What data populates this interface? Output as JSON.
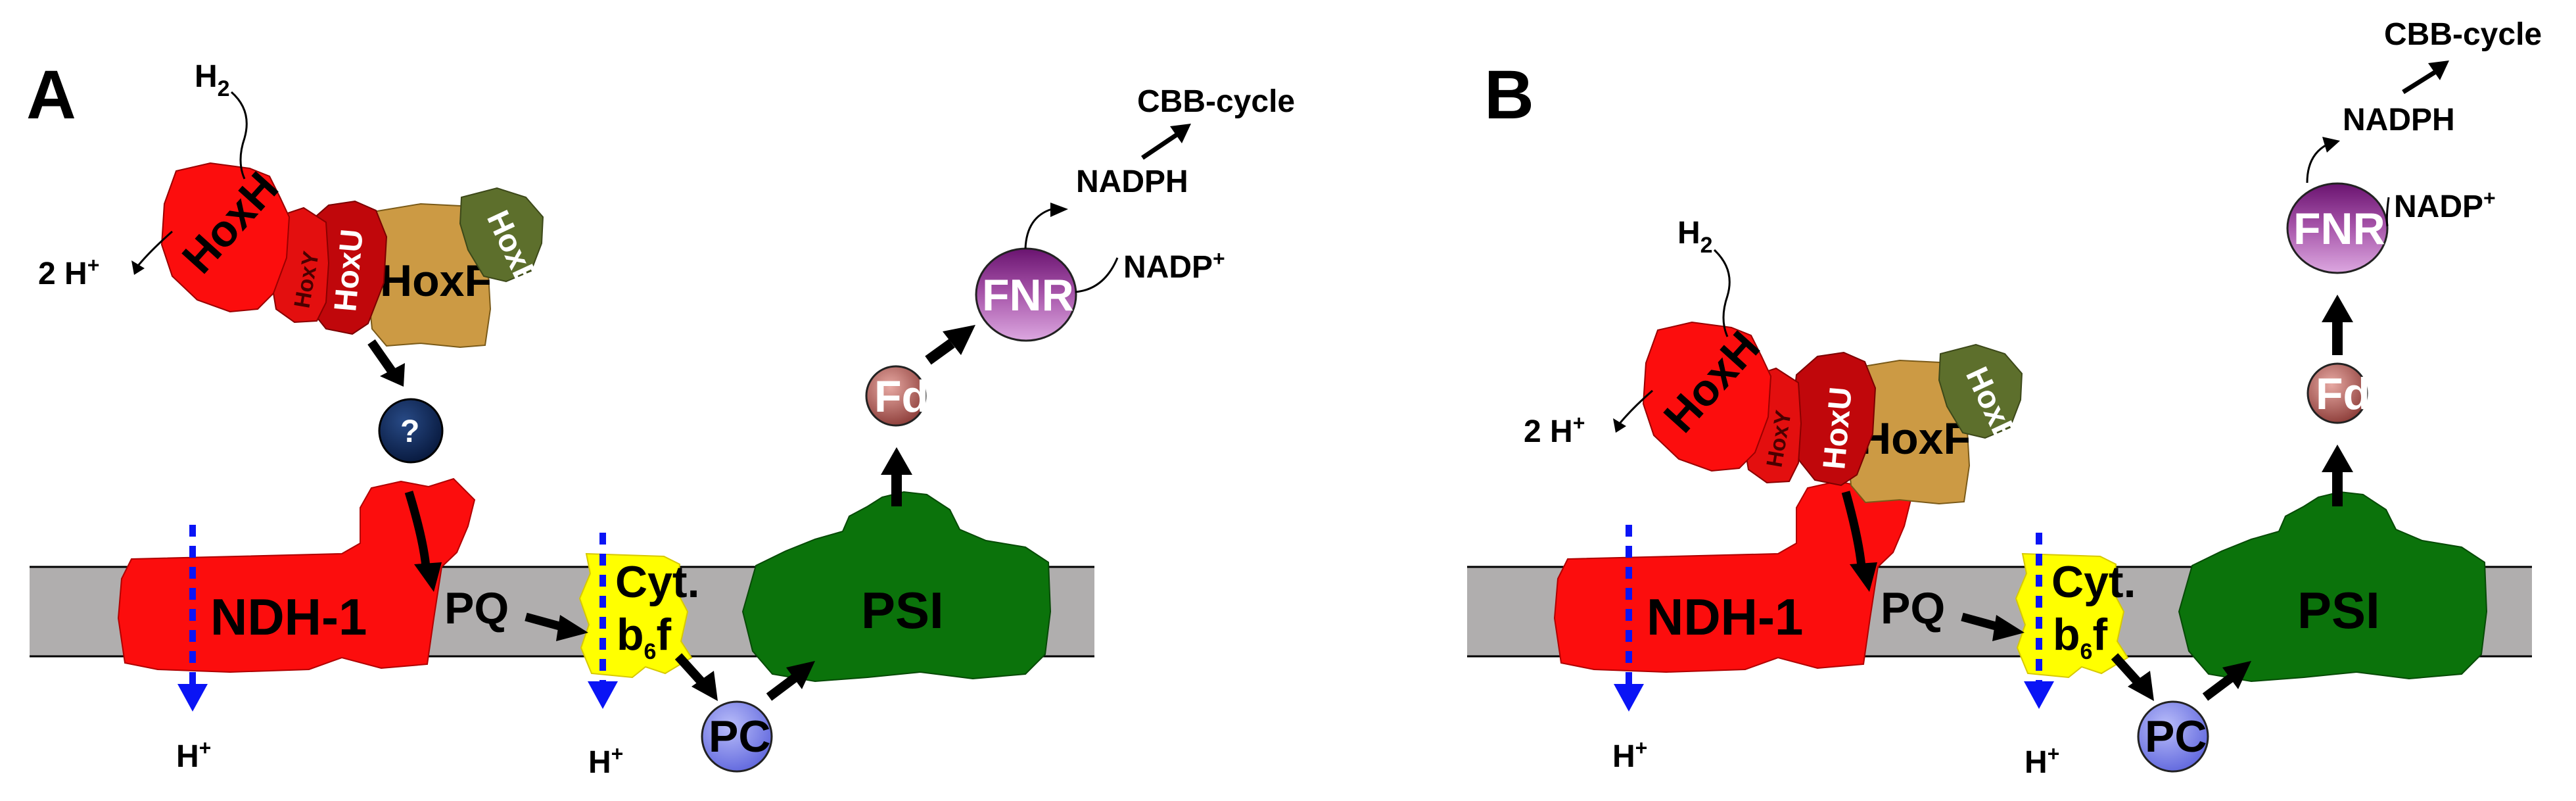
{
  "panels": [
    {
      "letter": "A",
      "h2": "H",
      "h2_sub": "2",
      "protons_out": "2 H",
      "protons_out_sup": "+",
      "hoxH": "HoxH",
      "hoxY": "HoxY",
      "hoxU": "HoxU",
      "hoxF": "HoxF",
      "hoxE": "HoxE",
      "unknown": "?",
      "ndh1": "NDH-1",
      "pq": "PQ",
      "cyt_line1": "Cyt.",
      "cyt_b": "b",
      "cyt_sub": "6",
      "cyt_f": "f",
      "psi": "PSI",
      "pc": "PC",
      "fd": "Fd",
      "fnr": "FNR",
      "nadp": "NADP",
      "nadp_sup": "+",
      "nadph": "NADPH",
      "cbb": "CBB-cycle",
      "h_left": "H",
      "h_left_sup": "+",
      "h_right": "H",
      "h_right_sup": "+"
    },
    {
      "letter": "B",
      "h2": "H",
      "h2_sub": "2",
      "protons_out": "2 H",
      "protons_out_sup": "+",
      "hoxH": "HoxH",
      "hoxY": "HoxY",
      "hoxU": "HoxU",
      "hoxF": "HoxF",
      "hoxE": "HoxE",
      "ndh1": "NDH-1",
      "pq": "PQ",
      "cyt_line1": "Cyt.",
      "cyt_b": "b",
      "cyt_sub": "6",
      "cyt_f": "f",
      "psi": "PSI",
      "pc": "PC",
      "fd": "Fd",
      "fnr": "FNR",
      "nadp": "NADP",
      "nadp_sup": "+",
      "nadph": "NADPH",
      "cbb": "CBB-cycle",
      "h_left": "H",
      "h_left_sup": "+",
      "h_right": "H",
      "h_right_sup": "+"
    }
  ],
  "colors": {
    "membrane": "#b0aeae",
    "ndh1": "#fc0d0d",
    "hoxH": "#fc0d0d",
    "hoxY": "#e30f0f",
    "hoxU": "#c0070b",
    "hoxF": "#cc9a44",
    "hoxE": "#5d6f2c",
    "cyt": "#ffff00",
    "psi": "#0b730b",
    "pc": "#8187ee",
    "fd": "#9a4a48",
    "fnr": "#a350a6",
    "unknown": "#0c2a5c",
    "proton_arrow": "#0a14f5"
  }
}
